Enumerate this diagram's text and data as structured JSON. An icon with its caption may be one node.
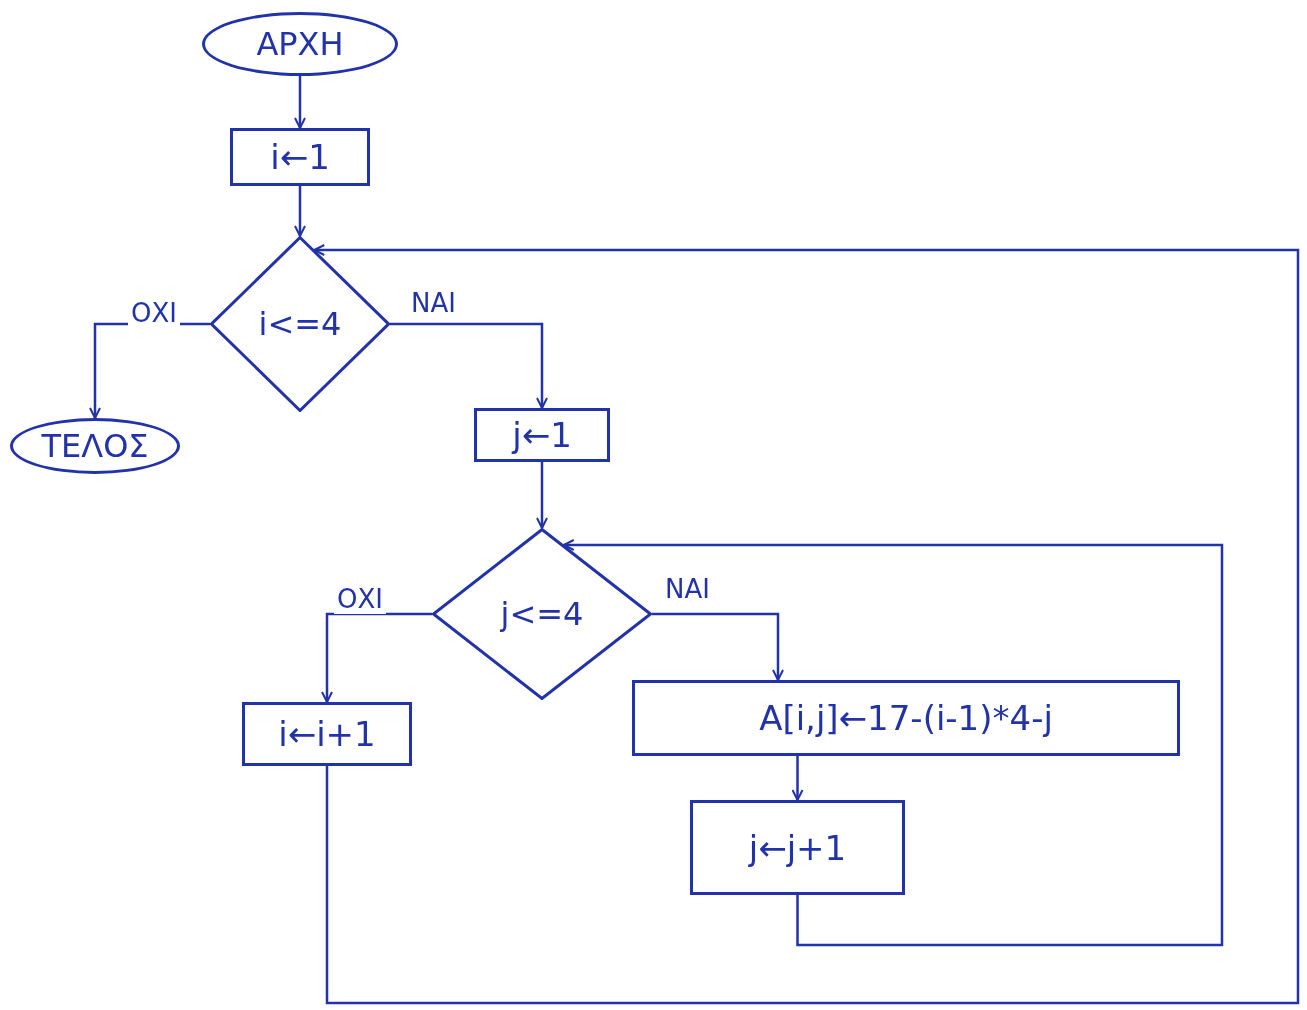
{
  "diagram": {
    "nodes": [
      {
        "text": [
          "ΑΡΧΗ"
        ]
      },
      {
        "text": [
          "i←1"
        ]
      },
      {
        "text": [
          "i<=4"
        ]
      },
      {
        "text": [
          "ΤΕΛΟΣ"
        ]
      },
      {
        "text": [
          "j←1"
        ]
      },
      {
        "text": [
          "j<=4"
        ]
      },
      {
        "text": [
          "i←i+1"
        ]
      },
      {
        "text": [
          "A[i,j]←17-(i-1)*4-j"
        ]
      },
      {
        "text": [
          "j←j+1"
        ]
      }
    ],
    "edges": [
      {
        "from": 0,
        "to": 1,
        "arrow": "to"
      },
      {
        "from": 1,
        "to": 2,
        "arrow": "to"
      },
      {
        "from": 2,
        "to": 3,
        "arrow": "to",
        "label": "ΟΧΙ"
      },
      {
        "from": 2,
        "to": 4,
        "arrow": "to",
        "label": "ΝΑΙ"
      },
      {
        "from": 4,
        "to": 5,
        "arrow": "to"
      },
      {
        "from": 5,
        "to": 6,
        "arrow": "to",
        "label": "ΟΧΙ"
      },
      {
        "from": 5,
        "to": 7,
        "arrow": "to",
        "label": "ΝΑΙ"
      },
      {
        "from": 7,
        "to": 8,
        "arrow": "to"
      },
      {
        "from": 8,
        "to": 5,
        "arrow": "to"
      },
      {
        "from": 6,
        "to": 2,
        "arrow": "to"
      }
    ]
  }
}
